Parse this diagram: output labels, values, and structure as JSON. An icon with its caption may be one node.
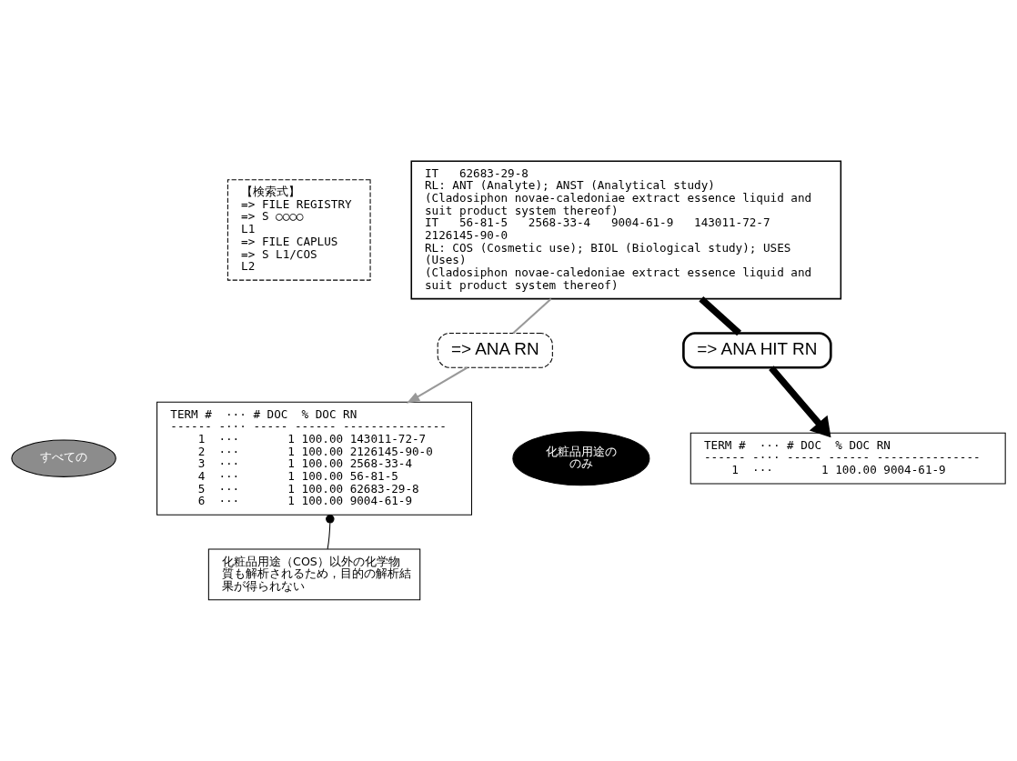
{
  "diagram": {
    "nodes": [
      {
        "text": [
          "【検索式】",
          "=> FILE REGISTRY",
          "=> S ○○○○",
          "L1",
          "=> FILE CAPLUS",
          "=> S L1/COS",
          "L2"
        ]
      },
      {
        "text": [
          "IT   62683-29-8",
          "RL: ANT (Analyte); ANST (Analytical study)",
          "(Cladosiphon novae-caledoniae extract essence liquid and suit product system thereof)",
          "IT   56-81-5   2568-33-4   9004-61-9   143011-72-7   2126145-90-0",
          "RL: COS (Cosmetic use); BIOL (Biological study); USES (Uses)",
          "(Cladosiphon novae-caledoniae extract essence liquid and suit product system thereof)"
        ]
      },
      {
        "text": [
          "=> ANA RN"
        ]
      },
      {
        "text": [
          "=> ANA HIT RN"
        ]
      },
      {
        "text": [
          "すべての"
        ]
      },
      {
        "text": [
          "TERM #  ··· # DOC  % DOC RN",
          "------ -··· ----- ------ ---------------",
          "     1  ···       1 100.00 143011-72-7",
          "     2  ···       1 100.00 2126145-90-0",
          "     3  ···       1 100.00 2568-33-4",
          "     4  ···       1 100.00 56-81-5",
          "     5  ···       1 100.00 62683-29-8",
          "     6  ···       1 100.00 9004-61-9"
        ]
      },
      {
        "text": [
          "化粧品用途ののみ"
        ]
      },
      {
        "text": [
          "TERM #  ··· # DOC  % DOC RN",
          "------ -··· ----- ------ ---------------",
          "     1  ···       1 100.00 9004-61-9"
        ]
      },
      {
        "text": [
          "化粧品用途（COS）以外の化学物質も解析されるため，目的の解析結果が得られない"
        ]
      }
    ],
    "edges": [
      {
        "from": 1,
        "to": 2,
        "arrow": "none",
        "color": "#999999"
      },
      {
        "from": 2,
        "to": 5,
        "arrow": "to",
        "color": "#999999"
      },
      {
        "from": 1,
        "to": 3,
        "arrow": "none",
        "style": "thick"
      },
      {
        "from": 3,
        "to": 7,
        "arrow": "to",
        "style": "thick"
      },
      {
        "from": 8,
        "to": 5,
        "arrow": "other"
      }
    ]
  }
}
